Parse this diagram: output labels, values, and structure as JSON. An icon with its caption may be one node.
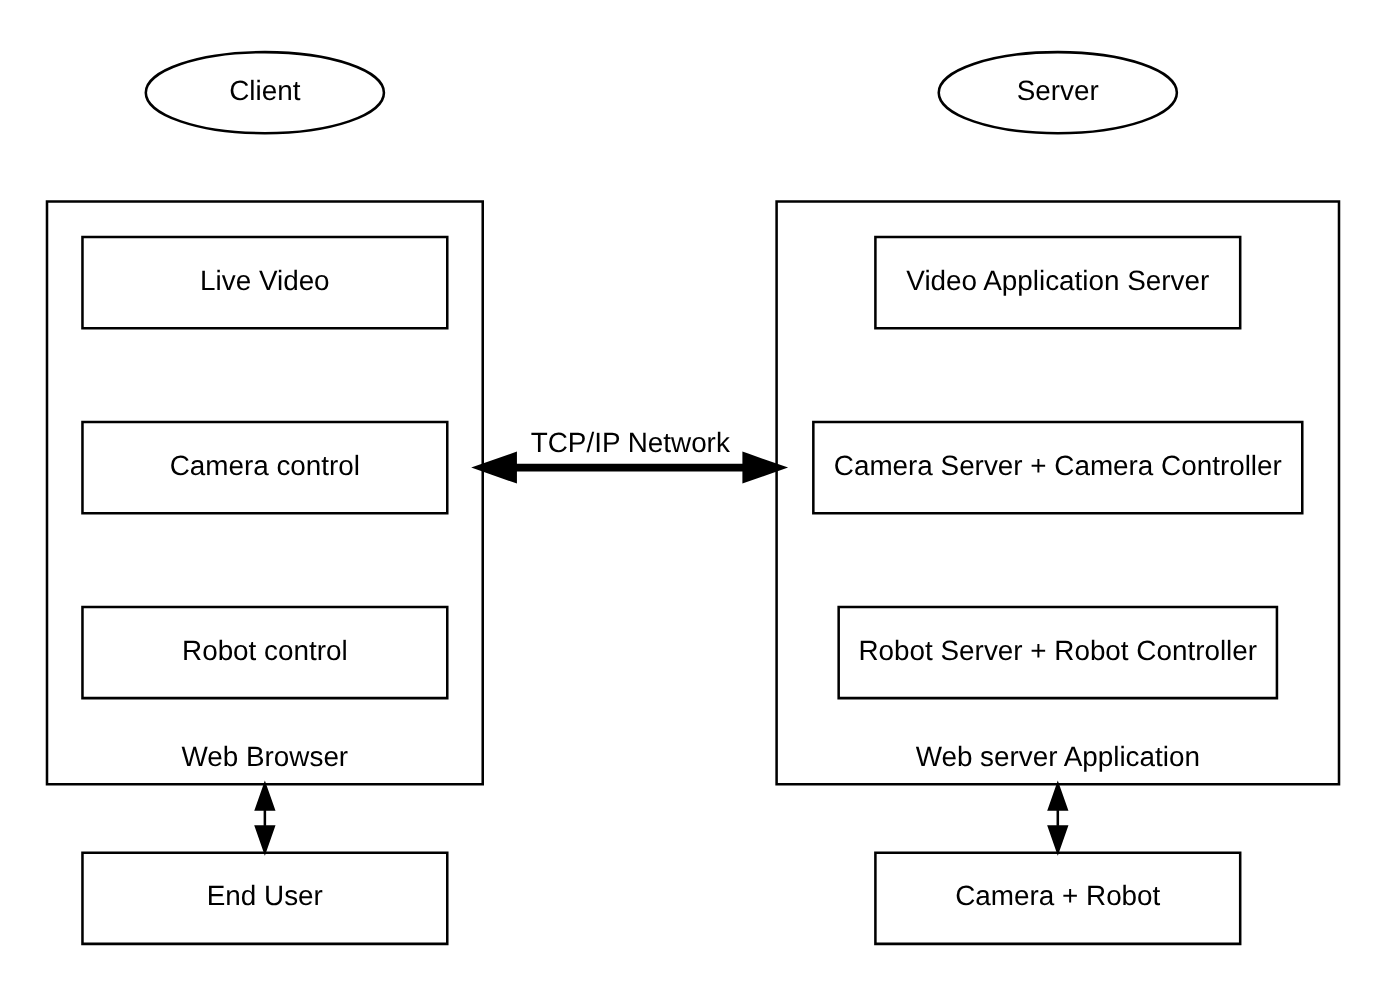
{
  "diagram": {
    "nodes": [
      {
        "text": [
          "Client"
        ]
      },
      {
        "text": [
          "Server"
        ]
      },
      {
        "text": [
          "Web Browser"
        ]
      },
      {
        "text": [
          "Live Video"
        ],
        "in": 2
      },
      {
        "text": [
          "Camera control"
        ],
        "in": 2
      },
      {
        "text": [
          "Robot control"
        ],
        "in": 2
      },
      {
        "text": [
          "Web server Application"
        ]
      },
      {
        "text": [
          "Video Application Server"
        ],
        "in": 6
      },
      {
        "text": [
          "Camera Server + Camera Controller"
        ],
        "in": 6
      },
      {
        "text": [
          "Robot Server + Robot Controller"
        ],
        "in": 6
      },
      {
        "text": [
          "End User"
        ]
      },
      {
        "text": [
          "Camera + Robot"
        ]
      }
    ],
    "edges": [
      {
        "from": 2,
        "to": 6,
        "arrow": "both",
        "label": "TCP/IP Network",
        "style": "thick"
      },
      {
        "from": 2,
        "to": 10,
        "arrow": "both"
      },
      {
        "from": 6,
        "to": 11,
        "arrow": "both"
      }
    ]
  }
}
